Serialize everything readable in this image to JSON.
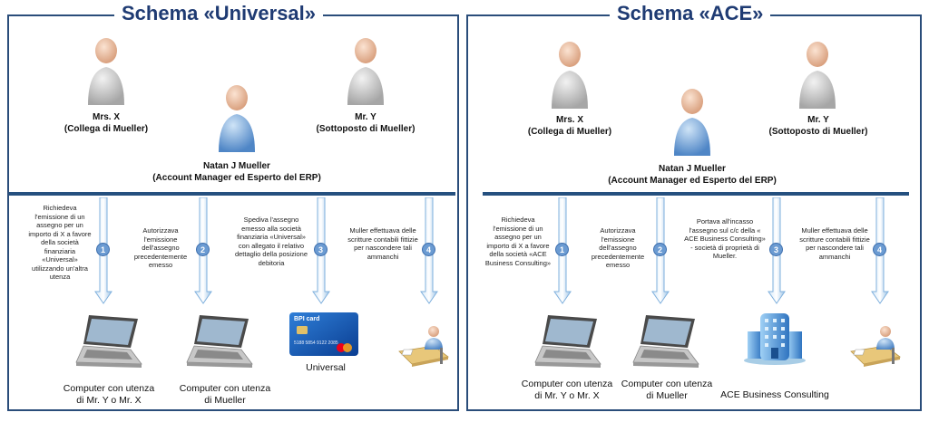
{
  "left": {
    "title": "Schema «Universal»",
    "mrs_x": {
      "line1": "Mrs. X",
      "line2": "(Collega di Mueller)"
    },
    "mr_y": {
      "line1": "Mr. Y",
      "line2": "(Sottoposto di Mueller)"
    },
    "mueller": {
      "line1": "Natan J Mueller",
      "line2": "(Account Manager ed Esperto del ERP)"
    },
    "steps": [
      {
        "num": "1",
        "text": "Richiedeva l'emissione di un assegno per un importo di X a favore della società finanziaria «Universal» utilizzando un'altra utenza"
      },
      {
        "num": "2",
        "text": "Autorizzava l'emissione dell'assegno precedentemente emesso"
      },
      {
        "num": "3",
        "text": "Spediva l'assegno emesso alla società finanziaria «Universal» con allegato il relativo dettaglio della posizione debitoria"
      },
      {
        "num": "4",
        "text": "Muller effettuava delle scritture contabili fittizie per nascondere tali ammanchi"
      }
    ],
    "captions": {
      "c1_line1": "Computer con utenza",
      "c1_line2": "di Mr. Y o Mr. X",
      "c2_line1": "Computer con utenza",
      "c2_line2": "di Mueller",
      "c3": "Universal"
    },
    "card_text": "BPI card"
  },
  "right": {
    "title": "Schema «ACE»",
    "mrs_x": {
      "line1": "Mrs. X",
      "line2": "(Collega di Mueller)"
    },
    "mr_y": {
      "line1": "Mr. Y",
      "line2": "(Sottoposto di Mueller)"
    },
    "mueller": {
      "line1": "Natan J Mueller",
      "line2": "(Account Manager ed Esperto del ERP)"
    },
    "steps": [
      {
        "num": "1",
        "text": "Richiedeva l'emissione di un assegno per un importo di X a favore della società «ACE Business Consulting»"
      },
      {
        "num": "2",
        "text": "Autorizzava l'emissione dell'assegno precedentemente emesso"
      },
      {
        "num": "3",
        "text": "Portava all'incasso l'assegno sul c/c della « ACE Business Consulting» - società di proprietà di Mueller."
      },
      {
        "num": "4",
        "text": "Muller effettuava delle scritture contabili fittizie per nascondere tali ammanchi"
      }
    ],
    "captions": {
      "c1_line1": "Computer con utenza",
      "c1_line2": "di Mr. Y o Mr. X",
      "c2_line1": "Computer con utenza",
      "c2_line2": "di Mueller",
      "c3": "ACE Business Consulting"
    }
  },
  "colors": {
    "frame": "#2a4d7a",
    "title": "#1f3b73",
    "step_badge": "#6b9bd2",
    "arrow": "#9cc3e6"
  }
}
